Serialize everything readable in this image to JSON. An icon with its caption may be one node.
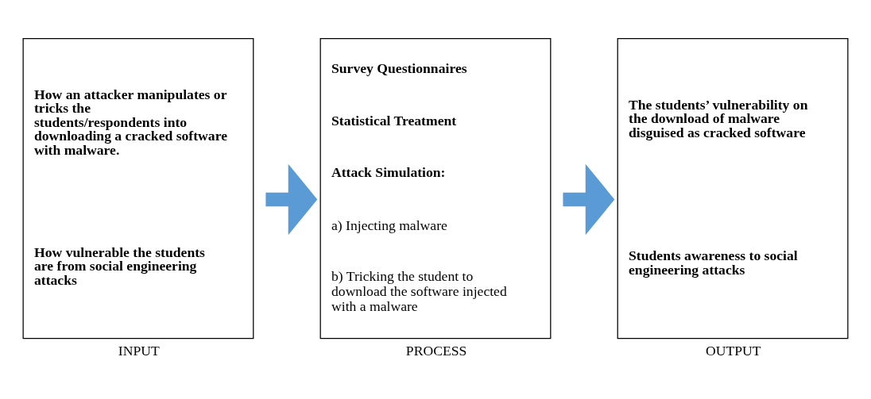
{
  "diagram": {
    "nodes": [
      {
        "text": [
          "How an attacker manipulates or tricks the students/respondents into downloading a cracked software with malware.",
          "How vulnerable the students are from social engineering attacks"
        ],
        "beside": [
          "INPUT"
        ]
      },
      {
        "text": [
          "Survey Questionnaires",
          "Statistical Treatment",
          "Attack Simulation:",
          "a) Injecting malware",
          "b) Tricking the student to download the software injected with a malware"
        ],
        "beside": [
          "PROCESS"
        ]
      },
      {
        "text": [
          "The students’ vulnerability on the download of malware disguised as cracked software",
          "Students awareness to social engineering attacks"
        ],
        "beside": [
          "OUTPUT"
        ]
      }
    ],
    "edges": [
      {
        "from": 0,
        "to": 1,
        "arrow": "to"
      },
      {
        "from": 1,
        "to": 2,
        "arrow": "to"
      }
    ]
  }
}
